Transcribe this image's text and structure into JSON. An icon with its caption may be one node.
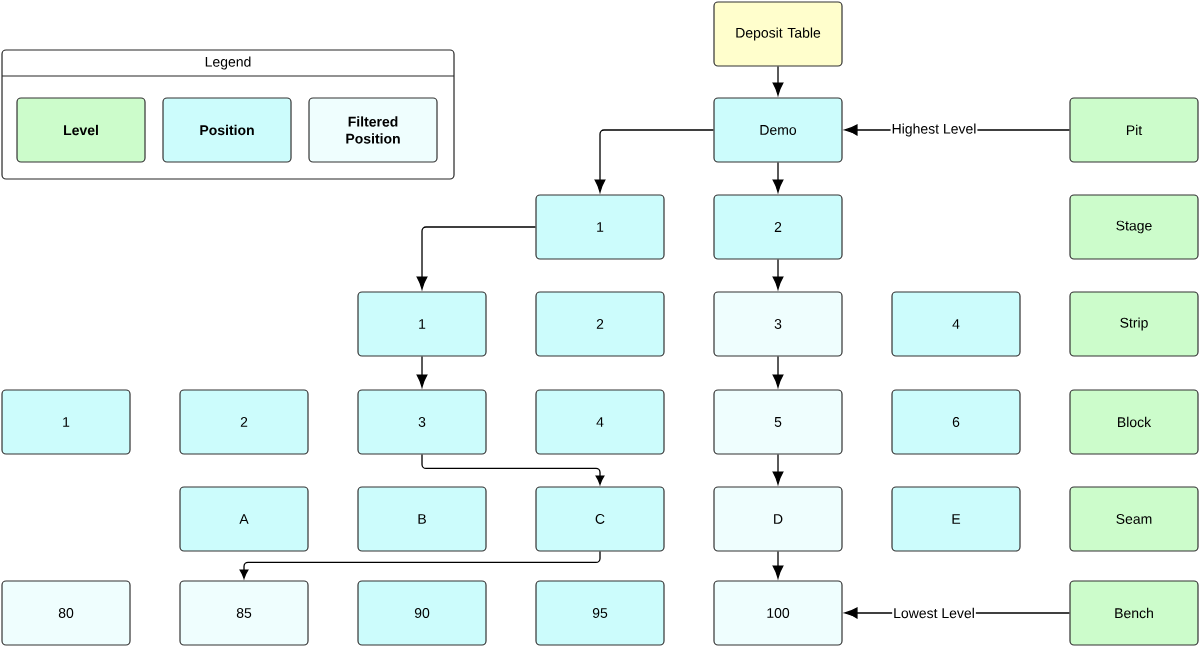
{
  "diagram": {
    "nodes": [
      {
        "text": [
          "Deposit Table"
        ]
      },
      {
        "text": [
          "Demo"
        ]
      },
      {
        "text": [
          "Pit"
        ]
      },
      {
        "text": [
          "1"
        ]
      },
      {
        "text": [
          "2"
        ]
      },
      {
        "text": [
          "Stage"
        ]
      },
      {
        "text": [
          "1"
        ]
      },
      {
        "text": [
          "2"
        ]
      },
      {
        "text": [
          "3"
        ]
      },
      {
        "text": [
          "4"
        ]
      },
      {
        "text": [
          "Strip"
        ]
      },
      {
        "text": [
          "1"
        ]
      },
      {
        "text": [
          "2"
        ]
      },
      {
        "text": [
          "3"
        ]
      },
      {
        "text": [
          "4"
        ]
      },
      {
        "text": [
          "5"
        ]
      },
      {
        "text": [
          "6"
        ]
      },
      {
        "text": [
          "Block"
        ]
      },
      {
        "text": [
          "A"
        ]
      },
      {
        "text": [
          "B"
        ]
      },
      {
        "text": [
          "C"
        ]
      },
      {
        "text": [
          "D"
        ]
      },
      {
        "text": [
          "E"
        ]
      },
      {
        "text": [
          "Seam"
        ]
      },
      {
        "text": [
          "80"
        ]
      },
      {
        "text": [
          "85"
        ]
      },
      {
        "text": [
          "90"
        ]
      },
      {
        "text": [
          "95"
        ]
      },
      {
        "text": [
          "100"
        ]
      },
      {
        "text": [
          "Bench"
        ]
      }
    ],
    "edges": [
      {
        "from": 0,
        "to": 1,
        "arrow": "to"
      },
      {
        "from": 2,
        "to": 1,
        "arrow": "to",
        "label": "Highest Level"
      },
      {
        "from": 1,
        "to": 3,
        "arrow": "to"
      },
      {
        "from": 1,
        "to": 4,
        "arrow": "to"
      },
      {
        "from": 3,
        "to": 6,
        "arrow": "to"
      },
      {
        "from": 4,
        "to": 8,
        "arrow": "to"
      },
      {
        "from": 6,
        "to": 13,
        "arrow": "to"
      },
      {
        "from": 8,
        "to": 15,
        "arrow": "to"
      },
      {
        "from": 13,
        "to": 20,
        "arrow": "to"
      },
      {
        "from": 15,
        "to": 21,
        "arrow": "to"
      },
      {
        "from": 20,
        "to": 25,
        "arrow": "to"
      },
      {
        "from": 21,
        "to": 28,
        "arrow": "to"
      },
      {
        "from": 29,
        "to": 28,
        "arrow": "to",
        "label": "Lowest Level"
      }
    ],
    "labels": [
      "Legend"
    ],
    "legend": [
      {
        "text": "Level",
        "color": "#ccfccb"
      },
      {
        "text": "Position",
        "color": "#ccfcfc"
      },
      {
        "text": "Filtered Position",
        "color": "#effefe"
      }
    ]
  }
}
